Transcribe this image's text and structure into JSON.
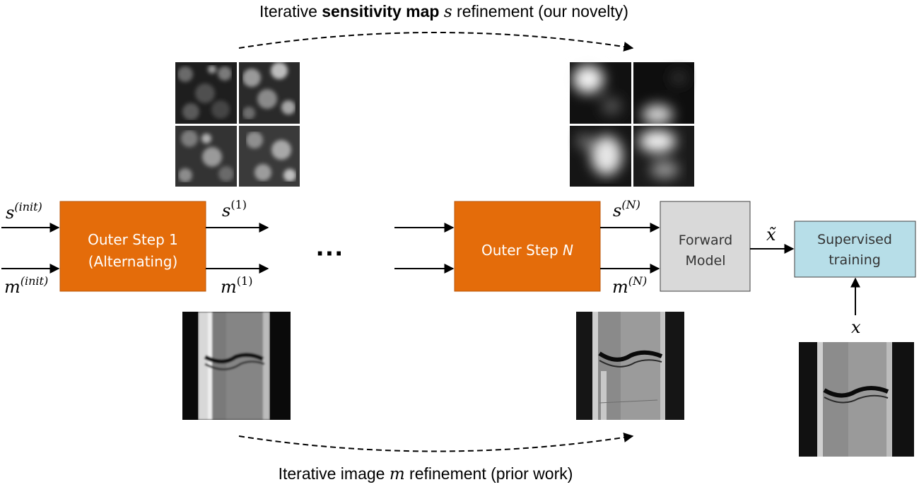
{
  "top_caption": {
    "prefix": "Iterative ",
    "bold": "sensitivity map",
    "var": "s",
    "suffix": " refinement (our novelty)"
  },
  "bottom_caption": {
    "prefix": "Iterative image ",
    "var": "m",
    "suffix": " refinement (prior work)"
  },
  "step1": {
    "line1": "Outer Step 1",
    "line2": "(Alternating)"
  },
  "stepN": {
    "prefix": "Outer Step ",
    "var": "N"
  },
  "forward_model": {
    "line1": "Forward",
    "line2": "Model"
  },
  "supervised": {
    "line1": "Supervised",
    "line2": "training"
  },
  "ellipsis": "···",
  "labels": {
    "s_base": "s",
    "s_init_sup": "(init)",
    "m_base": "m",
    "m_init_sup": "(init)",
    "s1_sup": "(1)",
    "m1_sup": "(1)",
    "sN_sup": "(N)",
    "mN_sup": "(N)",
    "x_tilde": "x̃",
    "x": "x"
  },
  "colors": {
    "outer_step": "#E46C0A",
    "forward_model": "#D9D9D9",
    "supervised": "#B7DEE8",
    "box_border": "#404040"
  }
}
